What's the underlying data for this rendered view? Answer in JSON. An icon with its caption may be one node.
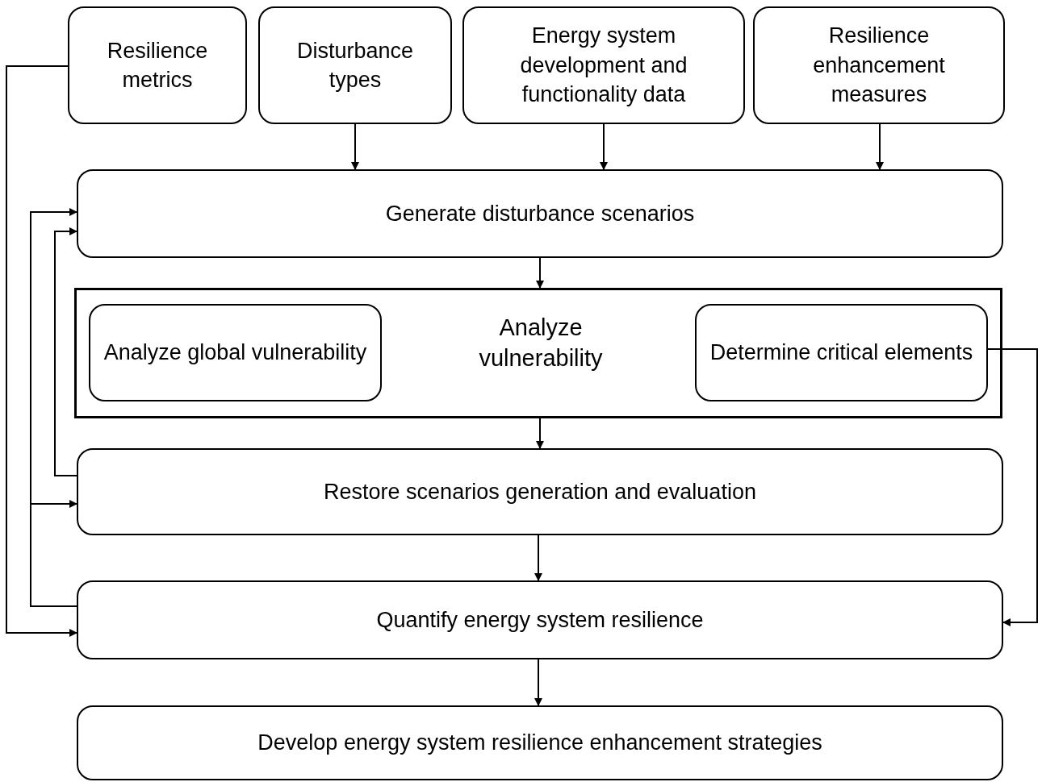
{
  "diagram": {
    "nodes": [
      {
        "text": [
          "Resilience metrics"
        ]
      },
      {
        "text": [
          "Disturbance types"
        ]
      },
      {
        "text": [
          "Energy system development and functionality data"
        ]
      },
      {
        "text": [
          "Resilience enhancement measures"
        ]
      },
      {
        "text": [
          "Generate disturbance scenarios"
        ]
      },
      {
        "text": [
          "Analyze vulnerability"
        ]
      },
      {
        "text": [
          "Analyze global vulnerability"
        ],
        "in": 5
      },
      {
        "text": [
          "Determine critical elements"
        ],
        "in": 5
      },
      {
        "text": [
          "Restore scenarios generation and evaluation"
        ]
      },
      {
        "text": [
          "Quantify energy system resilience"
        ]
      },
      {
        "text": [
          "Develop energy system resilience enhancement strategies"
        ]
      }
    ],
    "edges": [
      {
        "from": 1,
        "to": 4,
        "arrow": "to"
      },
      {
        "from": 2,
        "to": 4,
        "arrow": "to"
      },
      {
        "from": 3,
        "to": 4,
        "arrow": "to"
      },
      {
        "from": 4,
        "to": 5,
        "arrow": "to"
      },
      {
        "from": 5,
        "to": 8,
        "arrow": "to"
      },
      {
        "from": 8,
        "to": 9,
        "arrow": "to"
      },
      {
        "from": 9,
        "to": 10,
        "arrow": "to"
      },
      {
        "from": 0,
        "to": 9,
        "arrow": "to"
      },
      {
        "from": 7,
        "to": 9,
        "arrow": "to"
      },
      {
        "from": 8,
        "to": 4,
        "arrow": "to"
      },
      {
        "from": 9,
        "to": 4,
        "arrow": "to"
      },
      {
        "from": 9,
        "to": 8,
        "arrow": "to"
      }
    ]
  }
}
